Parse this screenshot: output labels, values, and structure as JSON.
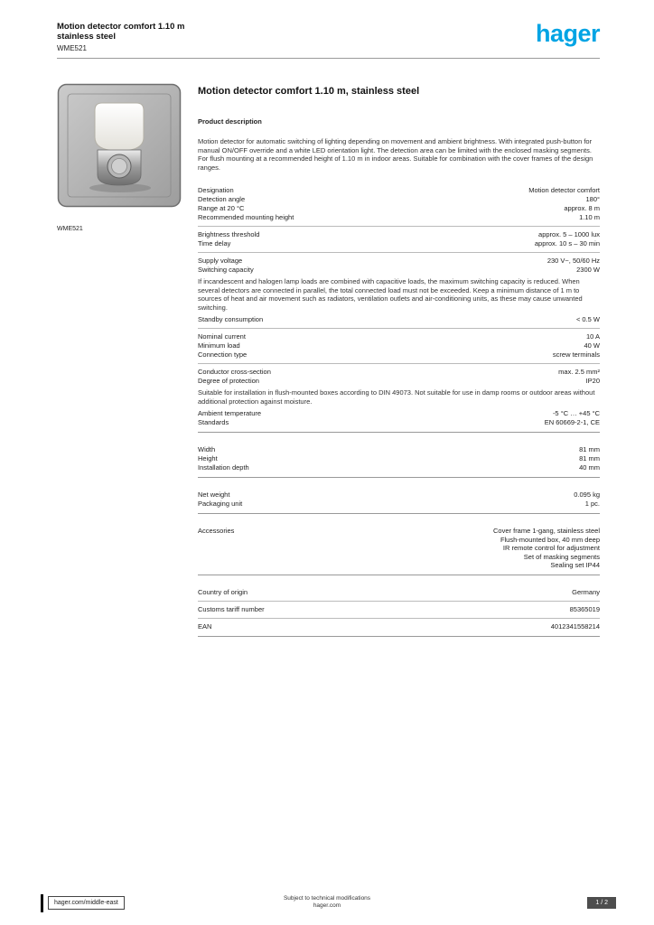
{
  "header": {
    "product_line1": "Motion detector comfort 1.10 m",
    "product_line2": "stainless steel",
    "reference": "WME521",
    "logo": "hager"
  },
  "image": {
    "caption": "WME521"
  },
  "main": {
    "title": "Motion detector comfort 1.10 m, stainless steel",
    "subtitle": "Product description",
    "description": "Motion detector for automatic switching of lighting depending on movement and ambient brightness. With integrated push-button for manual ON/OFF override and a white LED orientation light. The detection area can be limited with the enclosed masking segments. For flush mounting at a recommended height of 1.10 m in indoor areas. Suitable for combination with the cover frames of the design ranges.",
    "sections": [
      {
        "items": [
          {
            "type": "row",
            "label": "Designation",
            "value": "Motion detector comfort"
          },
          {
            "type": "row",
            "label": "Detection angle",
            "value": "180°"
          },
          {
            "type": "row",
            "label": "Range at 20 °C",
            "value": "approx. 8 m"
          },
          {
            "type": "row",
            "label": "Recommended mounting height",
            "value": "1.10 m"
          },
          {
            "type": "rule"
          },
          {
            "type": "row",
            "label": "Brightness threshold",
            "value": "approx. 5 – 1000 lux"
          },
          {
            "type": "row",
            "label": "Time delay",
            "value": "approx. 10 s – 30 min"
          },
          {
            "type": "rule"
          },
          {
            "type": "row",
            "label": "Supply voltage",
            "value": "230 V~, 50/60 Hz"
          },
          {
            "type": "row",
            "label": "Switching capacity",
            "value": "2300 W"
          },
          {
            "type": "note",
            "text": "If incandescent and halogen lamp loads are combined with capacitive loads, the maximum switching capacity is reduced. When several detectors are connected in parallel, the total connected load must not be exceeded. Keep a minimum distance of 1 m to sources of heat and air movement such as radiators, ventilation outlets and air-conditioning units, as these may cause unwanted switching."
          },
          {
            "type": "row",
            "label": "Standby consumption",
            "value": "< 0.5 W"
          },
          {
            "type": "rule"
          },
          {
            "type": "row",
            "label": "Nominal current",
            "value": "10 A"
          },
          {
            "type": "row",
            "label": "Minimum load",
            "value": "40 W"
          },
          {
            "type": "row",
            "label": "Connection type",
            "value": "screw terminals"
          },
          {
            "type": "rule"
          },
          {
            "type": "row",
            "label": "Conductor cross-section",
            "value": "max. 2.5 mm²"
          },
          {
            "type": "row",
            "label": "Degree of protection",
            "value": "IP20"
          },
          {
            "type": "note",
            "text": "Suitable for installation in flush-mounted boxes according to DIN 49073. Not suitable for use in damp rooms or outdoor areas without additional protection against moisture."
          },
          {
            "type": "row",
            "label": "Ambient temperature",
            "value": "-5 °C … +45 °C"
          },
          {
            "type": "row",
            "label": "Standards",
            "value": "EN 60669-2-1, CE"
          }
        ]
      },
      {
        "items": [
          {
            "type": "row",
            "label": "Width",
            "value": "81 mm"
          },
          {
            "type": "row",
            "label": "Height",
            "value": "81 mm"
          },
          {
            "type": "row",
            "label": "Installation depth",
            "value": "40 mm"
          }
        ]
      },
      {
        "items": [
          {
            "type": "row",
            "label": "Net weight",
            "value": "0.095 kg"
          },
          {
            "type": "row",
            "label": "Packaging unit",
            "value": "1 pc."
          }
        ]
      },
      {
        "items": [
          {
            "type": "rightblock",
            "label": "Accessories",
            "lines": [
              "Cover frame 1-gang, stainless steel",
              "Flush-mounted box, 40 mm deep",
              "IR remote control for adjustment",
              "Set of masking segments",
              "Sealing set IP44"
            ]
          }
        ]
      },
      {
        "items": [
          {
            "type": "row",
            "label": "Country of origin",
            "value": "Germany"
          },
          {
            "type": "rule"
          },
          {
            "type": "row",
            "label": "Customs tariff number",
            "value": "85365019"
          },
          {
            "type": "rule"
          },
          {
            "type": "row",
            "label": "EAN",
            "value": "4012341558214"
          }
        ]
      }
    ]
  },
  "footer": {
    "site": "hager.com/middle-east",
    "center_lines": [
      "Subject to technical modifications",
      "hager.com"
    ],
    "page": "1 / 2"
  }
}
